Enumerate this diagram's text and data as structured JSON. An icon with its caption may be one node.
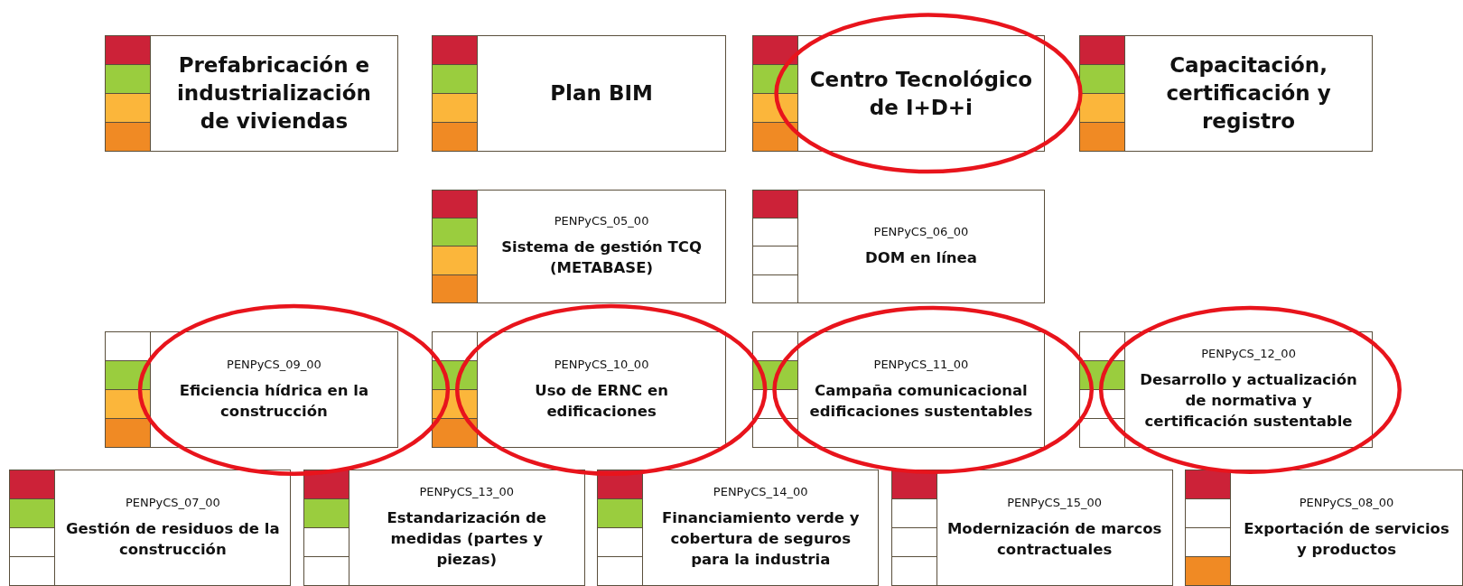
{
  "diagram": {
    "nodes": [
      {
        "text": [
          "Prefabricación e industrialización de viviendas"
        ]
      },
      {
        "text": [
          "Plan BIM"
        ]
      },
      {
        "text": [
          "Centro Tecnológico de I+D+i"
        ]
      },
      {
        "text": [
          "Capacitación, certificación y registro"
        ]
      },
      {
        "text": [
          "PENPyCS_05_00",
          "Sistema de gestión TCQ (METABASE)"
        ]
      },
      {
        "text": [
          "PENPyCS_06_00",
          "DOM en línea"
        ]
      },
      {
        "text": [
          "PENPyCS_09_00",
          "Eficiencia hídrica en la construcción"
        ]
      },
      {
        "text": [
          "PENPyCS_10_00",
          "Uso de ERNC en edificaciones"
        ]
      },
      {
        "text": [
          "PENPyCS_11_00",
          "Campaña comunicacional edificaciones sustentables"
        ]
      },
      {
        "text": [
          "PENPyCS_12_00",
          "Desarrollo y actualización de normativa y certificación sustentable"
        ]
      },
      {
        "text": [
          "PENPyCS_07_00",
          "Gestión de residuos de la construcción"
        ]
      },
      {
        "text": [
          "PENPyCS_13_00",
          "Estandarización de medidas (partes y piezas)"
        ]
      },
      {
        "text": [
          "PENPyCS_14_00",
          "Financiamiento verde y cobertura de seguros para la industria"
        ]
      },
      {
        "text": [
          "PENPyCS_15_00",
          "Modernización de marcos contractuales"
        ]
      },
      {
        "text": [
          "PENPyCS_08_00",
          "Exportación de servicios y productos"
        ]
      }
    ]
  }
}
